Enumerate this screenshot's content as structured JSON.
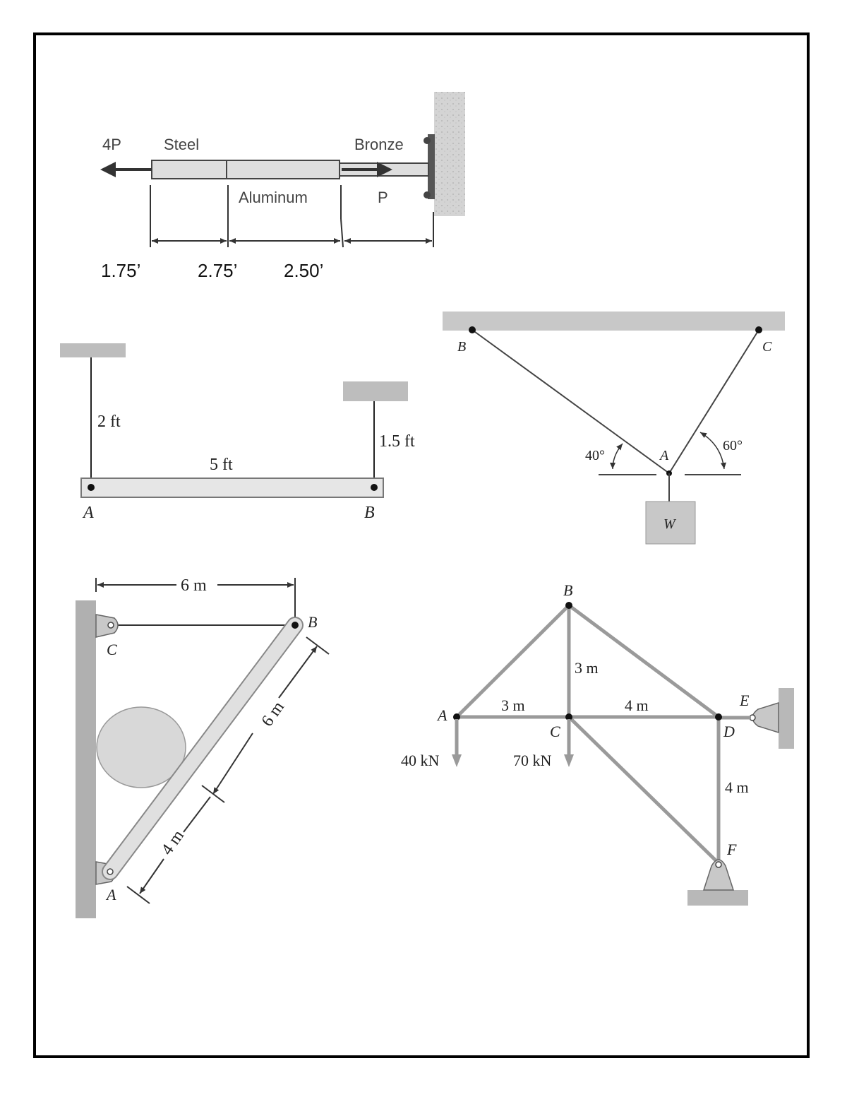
{
  "colors": {
    "frame": "#000000",
    "member_fill": "#dcdcdc",
    "member_stroke": "#555555",
    "truss": "#999999",
    "support": "#bcbcbc",
    "wall": "#cfcfcf",
    "text": "#222222"
  },
  "fig1": {
    "force_left": "4P",
    "steel": "Steel",
    "bronze": "Bronze",
    "aluminum": "Aluminum",
    "force_mid": "P",
    "len1": "1.75’",
    "len2": "2.75’",
    "len3": "2.50’"
  },
  "fig2": {
    "rod_a": "2 ft",
    "rod_b": "1.5 ft",
    "bar_len": "5 ft",
    "pt_a": "A",
    "pt_b": "B"
  },
  "fig3": {
    "pt_b": "B",
    "pt_c": "C",
    "pt_a": "A",
    "angle_left": "40°",
    "angle_right": "60°",
    "weight": "W"
  },
  "fig4": {
    "span": "6 m",
    "pt_c": "C",
    "pt_b": "B",
    "pt_a": "A",
    "upper_len": "6 m",
    "lower_len": "4 m"
  },
  "fig5": {
    "pt_b": "B",
    "pt_a": "A",
    "pt_c": "C",
    "pt_d": "D",
    "pt_e": "E",
    "pt_f": "F",
    "height_bc": "3 m",
    "len_ac": "3 m",
    "len_cd": "4 m",
    "len_df": "4 m",
    "load_a": "40 kN",
    "load_c": "70 kN"
  }
}
